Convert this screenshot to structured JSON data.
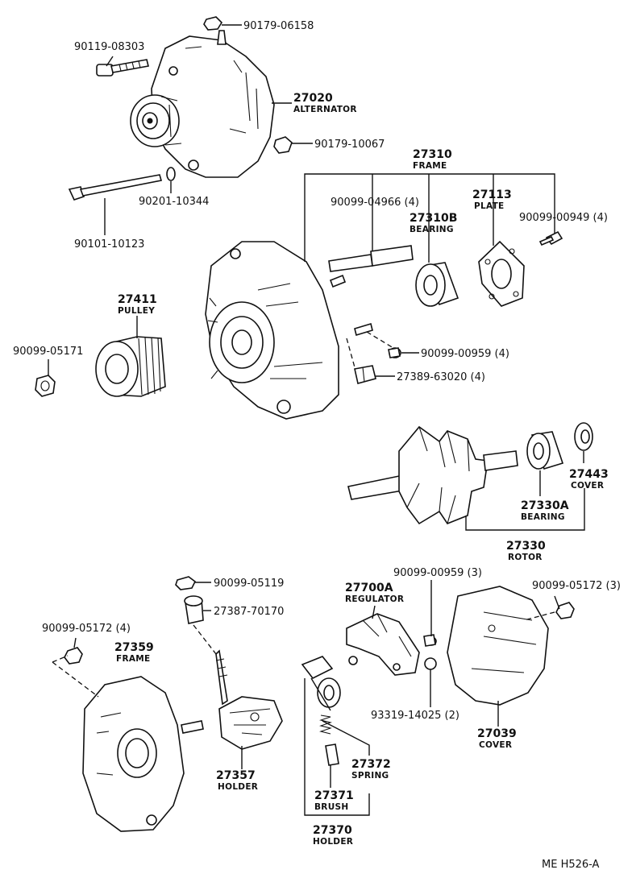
{
  "parts": {
    "p_90179_06158": "90179-06158",
    "p_90119_08303": "90119-08303",
    "p_27020": "27020",
    "p_27020_name": "ALTERNATOR",
    "p_90179_10067": "90179-10067",
    "p_27310": "27310",
    "p_27310_name": "FRAME",
    "p_90201_10344": "90201-10344",
    "p_90099_04966": "90099-04966 (4)",
    "p_27310B": "27310B",
    "p_27310B_name": "BEARING",
    "p_27113": "27113",
    "p_27113_name": "PLATE",
    "p_90099_00949": "90099-00949 (4)",
    "p_90101_10123": "90101-10123",
    "p_27411": "27411",
    "p_27411_name": "PULLEY",
    "p_90099_05171": "90099-05171",
    "p_90099_00959a": "90099-00959 (4)",
    "p_27389_63020": "27389-63020 (4)",
    "p_27443": "27443",
    "p_27443_name": "COVER",
    "p_27330A": "27330A",
    "p_27330A_name": "BEARING",
    "p_27330": "27330",
    "p_27330_name": "ROTOR",
    "p_90099_05119": "90099-05119",
    "p_27387_70170": "27387-70170",
    "p_90099_05172a": "90099-05172 (4)",
    "p_27359": "27359",
    "p_27359_name": "FRAME",
    "p_90099_00959b": "90099-00959 (3)",
    "p_27700A": "27700A",
    "p_27700A_name": "REGULATOR",
    "p_90099_05172b": "90099-05172 (3)",
    "p_93319_14025": "93319-14025 (2)",
    "p_27039": "27039",
    "p_27039_name": "COVER",
    "p_27357": "27357",
    "p_27357_name": "HOLDER",
    "p_27372": "27372",
    "p_27372_name": "SPRING",
    "p_27371": "27371",
    "p_27371_name": "BRUSH",
    "p_27370": "27370",
    "p_27370_name": "HOLDER"
  },
  "footer": {
    "code": "ME  H526-A"
  }
}
